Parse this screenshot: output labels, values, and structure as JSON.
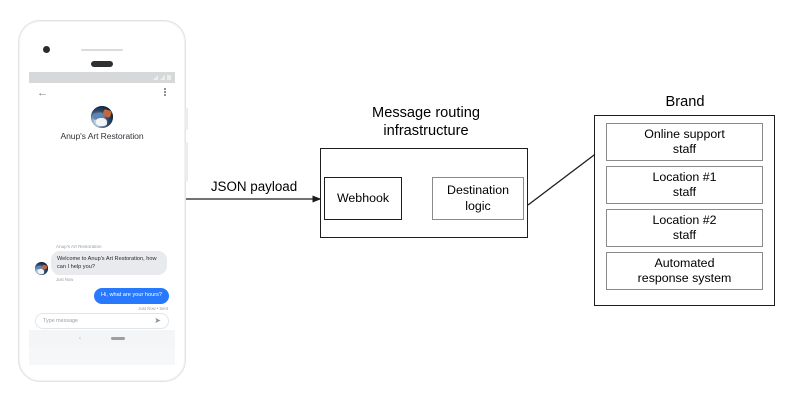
{
  "phone": {
    "status_bar": {
      "icons": [
        "signal-icon",
        "wifi-icon",
        "battery-icon"
      ]
    },
    "app_bar": {
      "back_icon": "back-arrow-icon",
      "menu_icon": "kebab-menu-icon"
    },
    "brand_name": "Anup's Art Restoration",
    "messages": [
      {
        "direction": "incoming",
        "sender": "Anup's Art Restoration",
        "text": "Welcome to Anup's Art Restoration, how can I help you?",
        "meta": "Just Now"
      },
      {
        "direction": "outgoing",
        "text": "Hi, what are your hours?",
        "meta": "Just Now • Sent"
      }
    ],
    "composer": {
      "placeholder": "Type message",
      "send_icon": "send-icon"
    },
    "nav_bar": {
      "back_icon": "nav-back-icon",
      "home_icon": "nav-home-pill"
    }
  },
  "diagram": {
    "json_payload_label": "JSON payload",
    "routing": {
      "title_line1": "Message routing",
      "title_line2": "infrastructure",
      "nodes": [
        {
          "id": "webhook",
          "label": "Webhook"
        },
        {
          "id": "destination",
          "label_line1": "Destination",
          "label_line2": "logic"
        }
      ]
    },
    "brand": {
      "title": "Brand",
      "items": [
        {
          "line1": "Online support",
          "line2": "staff"
        },
        {
          "line1": "Location #1",
          "line2": "staff"
        },
        {
          "line1": "Location #2",
          "line2": "staff"
        },
        {
          "line1": "Automated",
          "line2": "response system"
        }
      ]
    }
  },
  "colors": {
    "outgoing_bubble": "#2979ff",
    "incoming_bubble": "#e8eaed",
    "stroke": "#1d1d1d",
    "muted_text": "#9aa0a6"
  }
}
